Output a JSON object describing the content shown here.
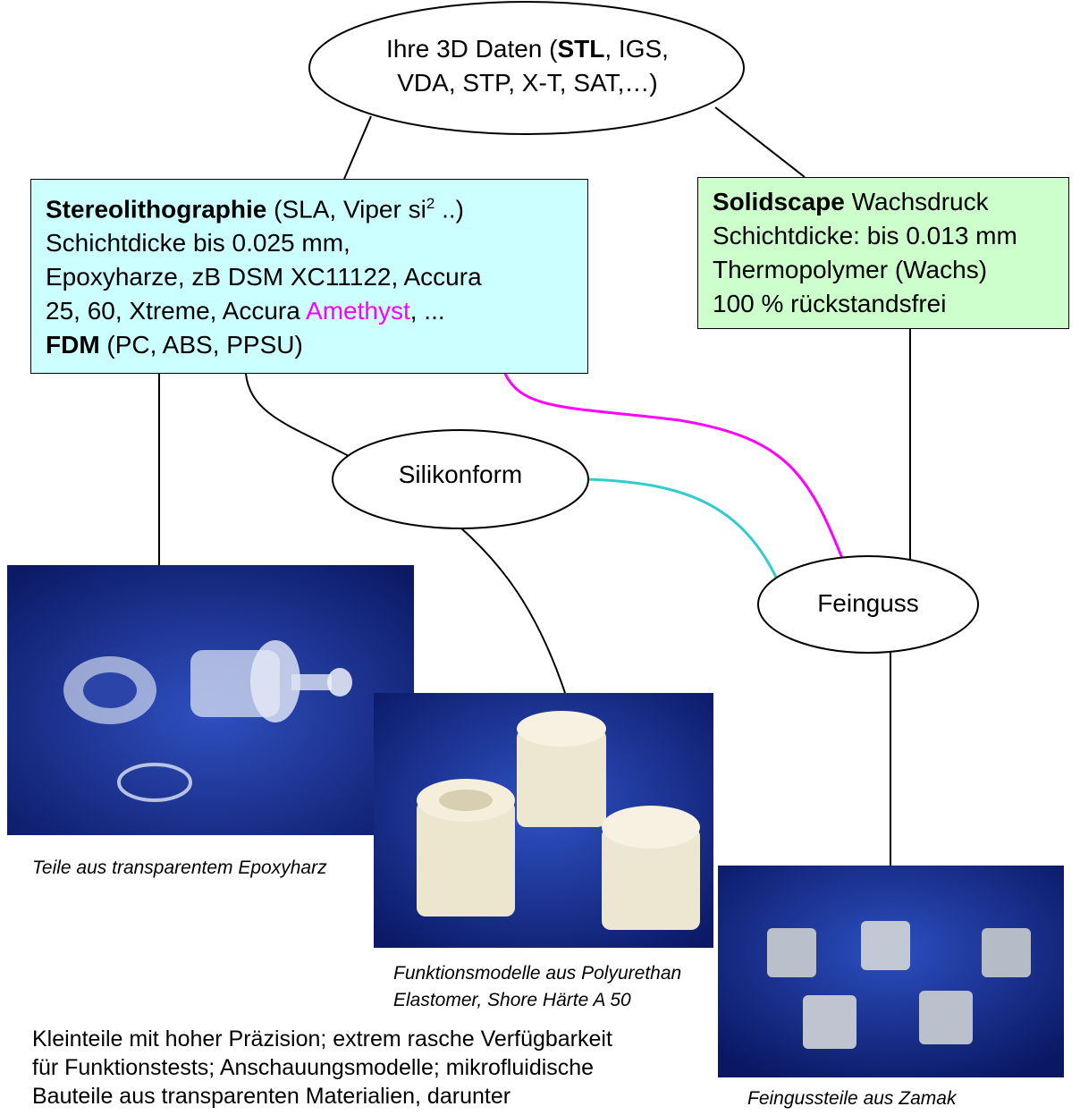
{
  "colors": {
    "sla_box": "#ccffff",
    "solidscape_box": "#ccffcc",
    "magenta_link": "#ff00ff",
    "teal_link": "#33cccc",
    "photo_bg": "#14268a"
  },
  "input_node": {
    "line1_prefix": "Ihre 3D Daten (",
    "line1_bold": "STL",
    "line1_suffix": ", IGS,",
    "line2": "VDA, STP, X-T, SAT,…)"
  },
  "sla_box": {
    "title_bold": "Stereolithographie",
    "title_rest": "  (SLA, Viper si",
    "title_sup": "2",
    "title_end": " ..)",
    "line2": "Schichtdicke bis 0.025 mm,",
    "line3": "Epoxyharze, zB  DSM XC11122, Accura",
    "line4_prefix": "25, 60, Xtreme, Accura ",
    "line4_highlight": "Amethyst",
    "line4_suffix": ", ...",
    "line5_bold": "FDM",
    "line5_rest": " (PC, ABS, PPSU)"
  },
  "solidscape_box": {
    "title_bold": "Solidscape",
    "title_rest": " Wachsdruck",
    "line2": "Schichtdicke: bis 0.013 mm",
    "line3": "Thermopolymer (Wachs)",
    "line4": "100 % rückstandsfrei"
  },
  "silikonform_node": {
    "label": "Silikonform"
  },
  "feinguss_node": {
    "label": "Feinguss"
  },
  "captions": {
    "epoxy": "Teile aus transparentem Epoxyharz",
    "polyurethan_line1": "Funktionsmodelle aus Polyurethan",
    "polyurethan_line2": "Elastomer,  Shore Härte A 50",
    "zamak": "Feingussteile aus Zamak"
  },
  "body_text": {
    "line1": "Kleinteile mit hoher Präzision; extrem rasche Verfügbarkeit",
    "line2": "für Funktionstests; Anschauungsmodelle; mikrofluidische",
    "line3": "Bauteile aus transparenten Materialien, darunter"
  }
}
